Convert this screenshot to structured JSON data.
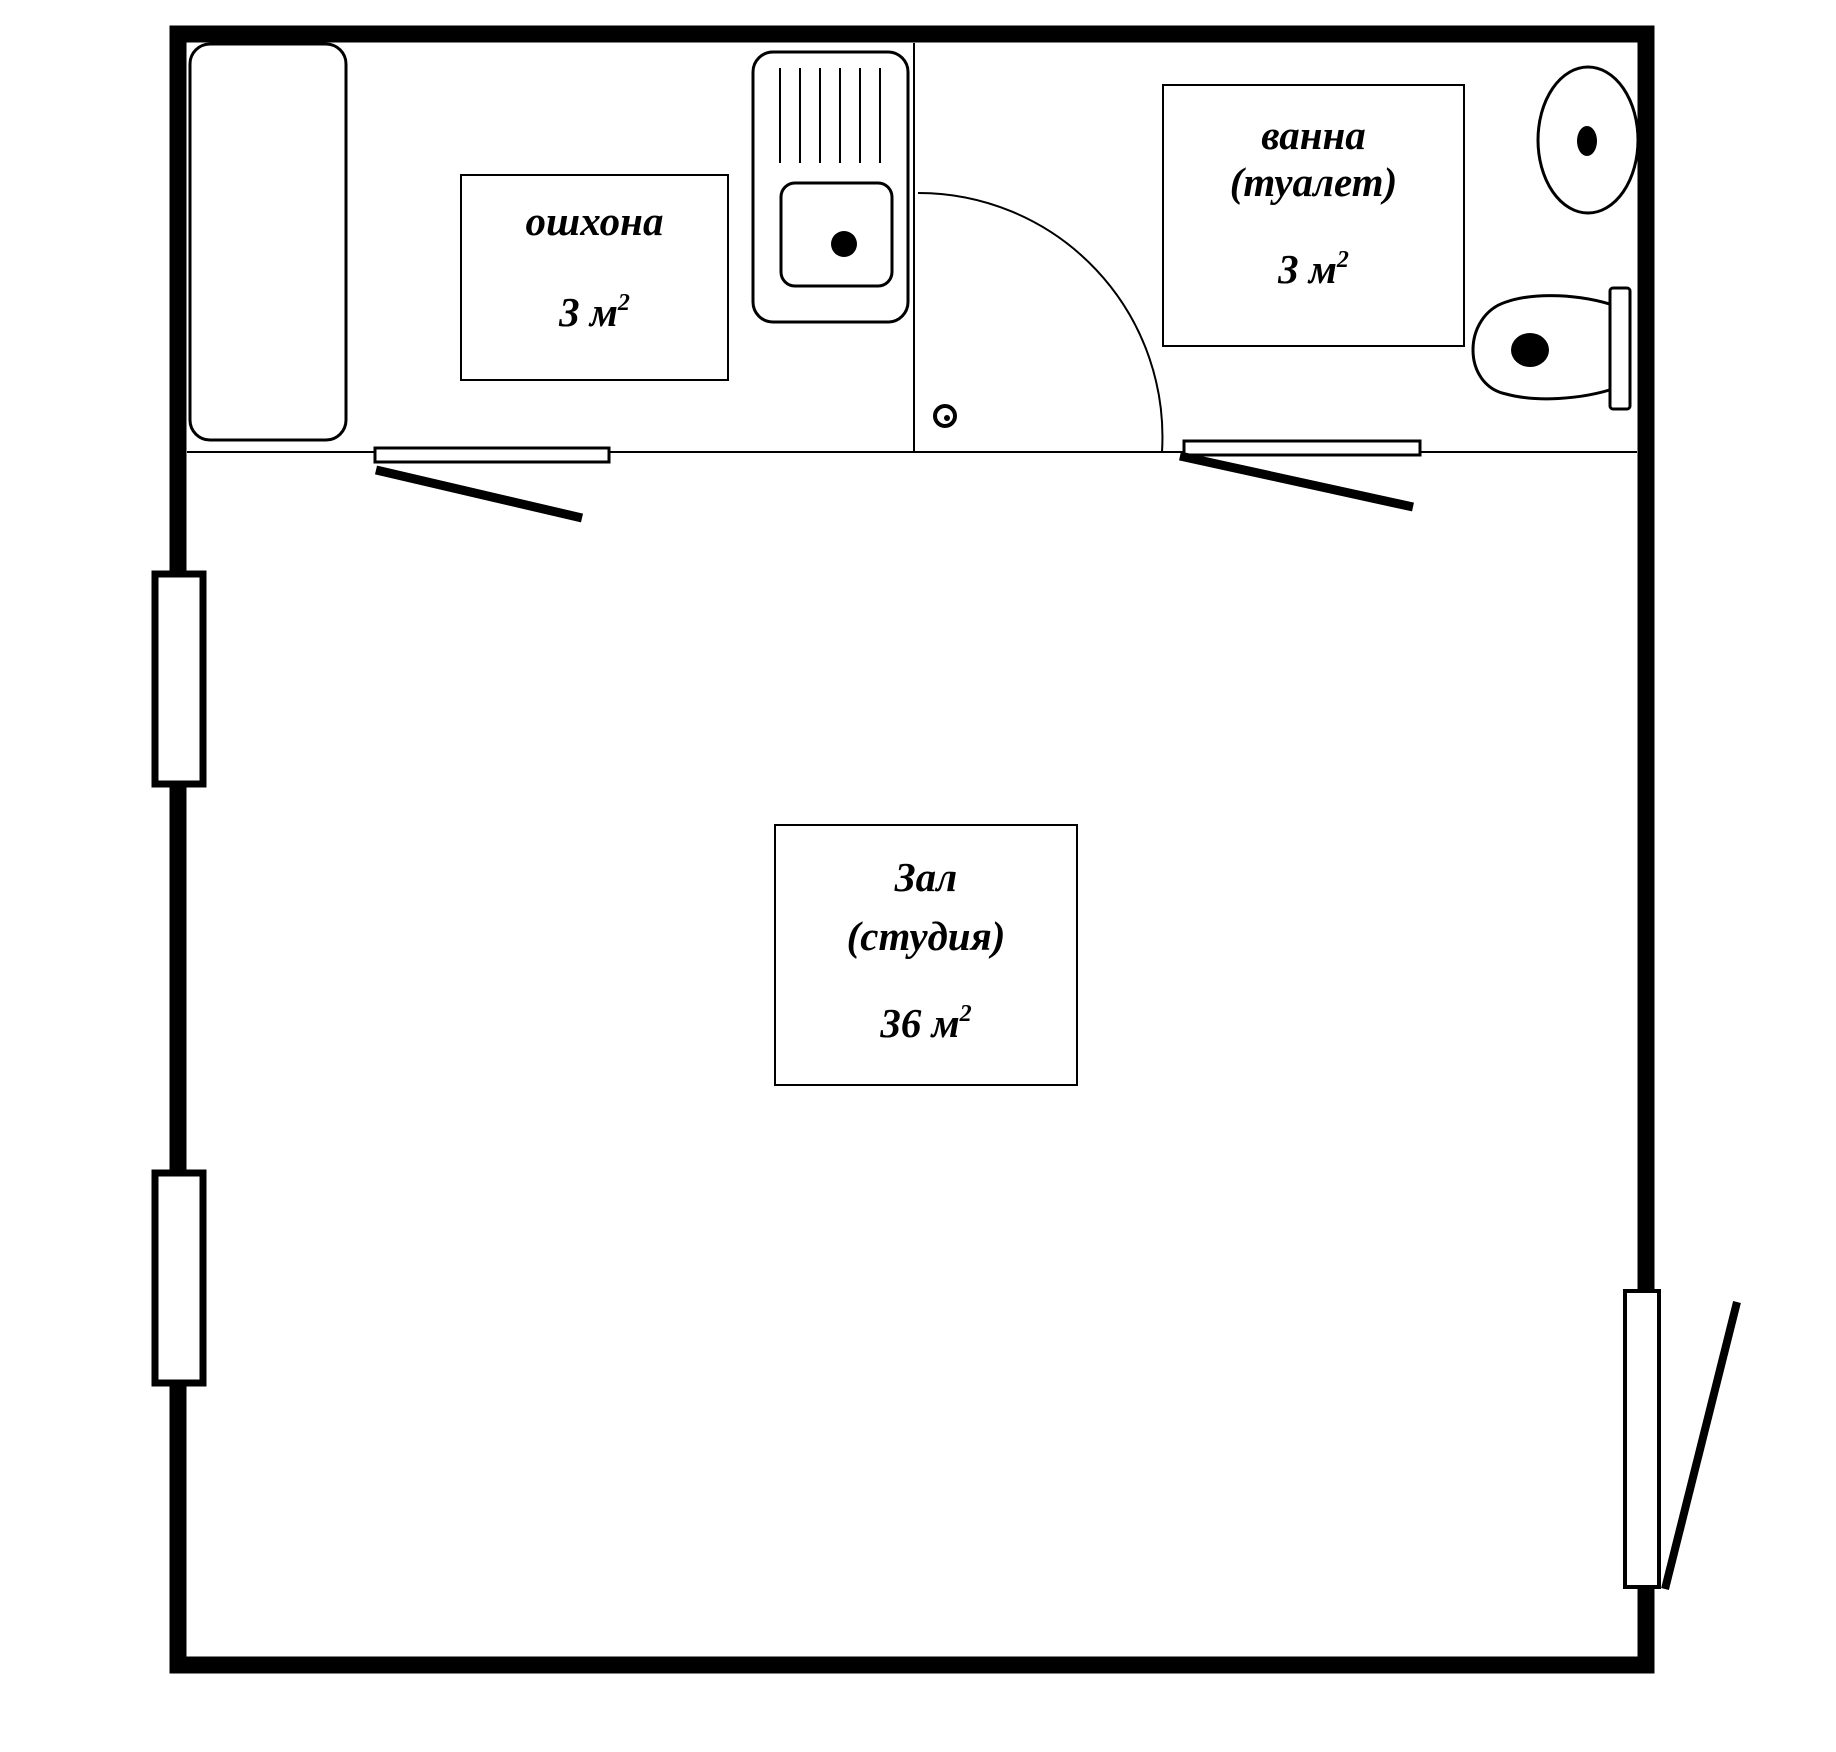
{
  "colors": {
    "line": "#000000",
    "background": "#ffffff"
  },
  "rooms": {
    "kitchen": {
      "name_lines": [
        "ошхона"
      ],
      "area_value": "3",
      "area_unit": "м",
      "area_exp": "2"
    },
    "bathroom": {
      "name_lines": [
        "ванна",
        "(туалет)"
      ],
      "area_value": "3",
      "area_unit": "м",
      "area_exp": "2"
    },
    "hall": {
      "name_lines": [
        "Зал",
        "(студия)"
      ],
      "area_value": "36",
      "area_unit": "м",
      "area_exp": "2"
    }
  },
  "fixtures": [
    "counter-icon",
    "sink-icon",
    "washbasin-icon",
    "toilet-icon",
    "floor-drain-icon"
  ],
  "openings": [
    "kitchen-door",
    "bathroom-door",
    "entrance-door",
    "window-upper",
    "window-lower"
  ]
}
